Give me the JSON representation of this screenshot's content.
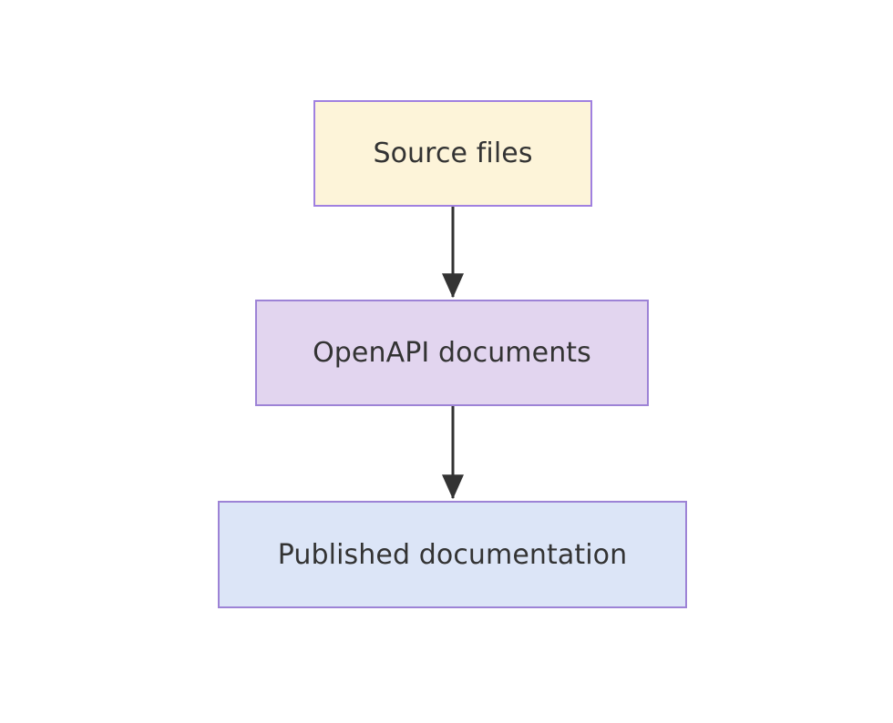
{
  "diagram": {
    "type": "flowchart",
    "direction": "top-to-bottom",
    "background_color": "#ffffff",
    "nodes": [
      {
        "id": "source-files",
        "label": "Source files",
        "fill_color": "#fdf4d9",
        "border_color": "#a080e0",
        "text_color": "#333333"
      },
      {
        "id": "openapi-documents",
        "label": "OpenAPI documents",
        "fill_color": "#e2d5ef",
        "border_color": "#9d83d6",
        "text_color": "#333333"
      },
      {
        "id": "published-documentation",
        "label": "Published documentation",
        "fill_color": "#dce5f7",
        "border_color": "#9d83d6",
        "text_color": "#333333"
      }
    ],
    "edges": [
      {
        "id": "edge-source-to-openapi",
        "from": "source-files",
        "to": "openapi-documents",
        "label": "",
        "color": "#333333",
        "arrowhead": "solid-triangle"
      },
      {
        "id": "edge-openapi-to-published",
        "from": "openapi-documents",
        "to": "published-documentation",
        "label": "",
        "color": "#333333",
        "arrowhead": "solid-triangle"
      }
    ]
  }
}
